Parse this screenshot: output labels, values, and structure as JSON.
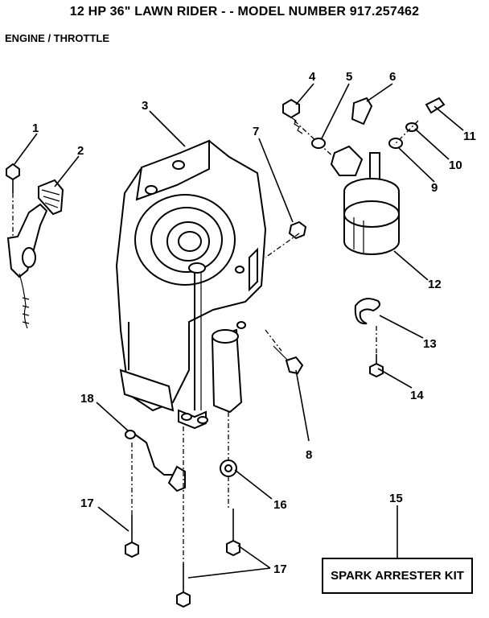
{
  "header": {
    "title": "12 HP 36\" LAWN RIDER - - MODEL NUMBER 917.257462",
    "subtitle": "ENGINE / THROTTLE"
  },
  "callouts": {
    "c1": "1",
    "c2": "2",
    "c3": "3",
    "c4": "4",
    "c5": "5",
    "c6": "6",
    "c7": "7",
    "c8": "8",
    "c9": "9",
    "c10": "10",
    "c11": "11",
    "c12": "12",
    "c13": "13",
    "c14": "14",
    "c15": "15",
    "c16": "16",
    "c17a": "17",
    "c17b": "17",
    "c18": "18"
  },
  "kit": {
    "label": "SPARK ARRESTER KIT"
  }
}
